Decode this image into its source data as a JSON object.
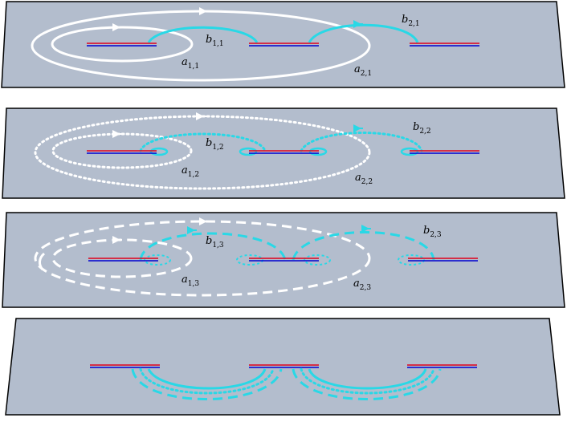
{
  "colors": {
    "sheet_fill": "#b3bdcd",
    "sheet_edge": "#000000",
    "curve_white": "#ffffff",
    "curve_cyan": "#29d8e6",
    "cut_red": "#e0001b",
    "cut_blue": "#0000d0"
  },
  "sheets": [
    {
      "style": "solid",
      "labels": {
        "b1": {
          "base": "b",
          "sub": "1,1"
        },
        "b2": {
          "base": "b",
          "sub": "2,1"
        },
        "a1": {
          "base": "a",
          "sub": "1,1"
        },
        "a2": {
          "base": "a",
          "sub": "2,1"
        }
      }
    },
    {
      "style": "dotted",
      "labels": {
        "b1": {
          "base": "b",
          "sub": "1,2"
        },
        "b2": {
          "base": "b",
          "sub": "2,2"
        },
        "a1": {
          "base": "a",
          "sub": "1,2"
        },
        "a2": {
          "base": "a",
          "sub": "2,2"
        }
      }
    },
    {
      "style": "dashed",
      "labels": {
        "b1": {
          "base": "b",
          "sub": "1,3"
        },
        "b2": {
          "base": "b",
          "sub": "2,3"
        },
        "a1": {
          "base": "a",
          "sub": "1,3"
        },
        "a2": {
          "base": "a",
          "sub": "2,3"
        }
      }
    },
    {
      "style": "underside",
      "labels": {}
    }
  ]
}
